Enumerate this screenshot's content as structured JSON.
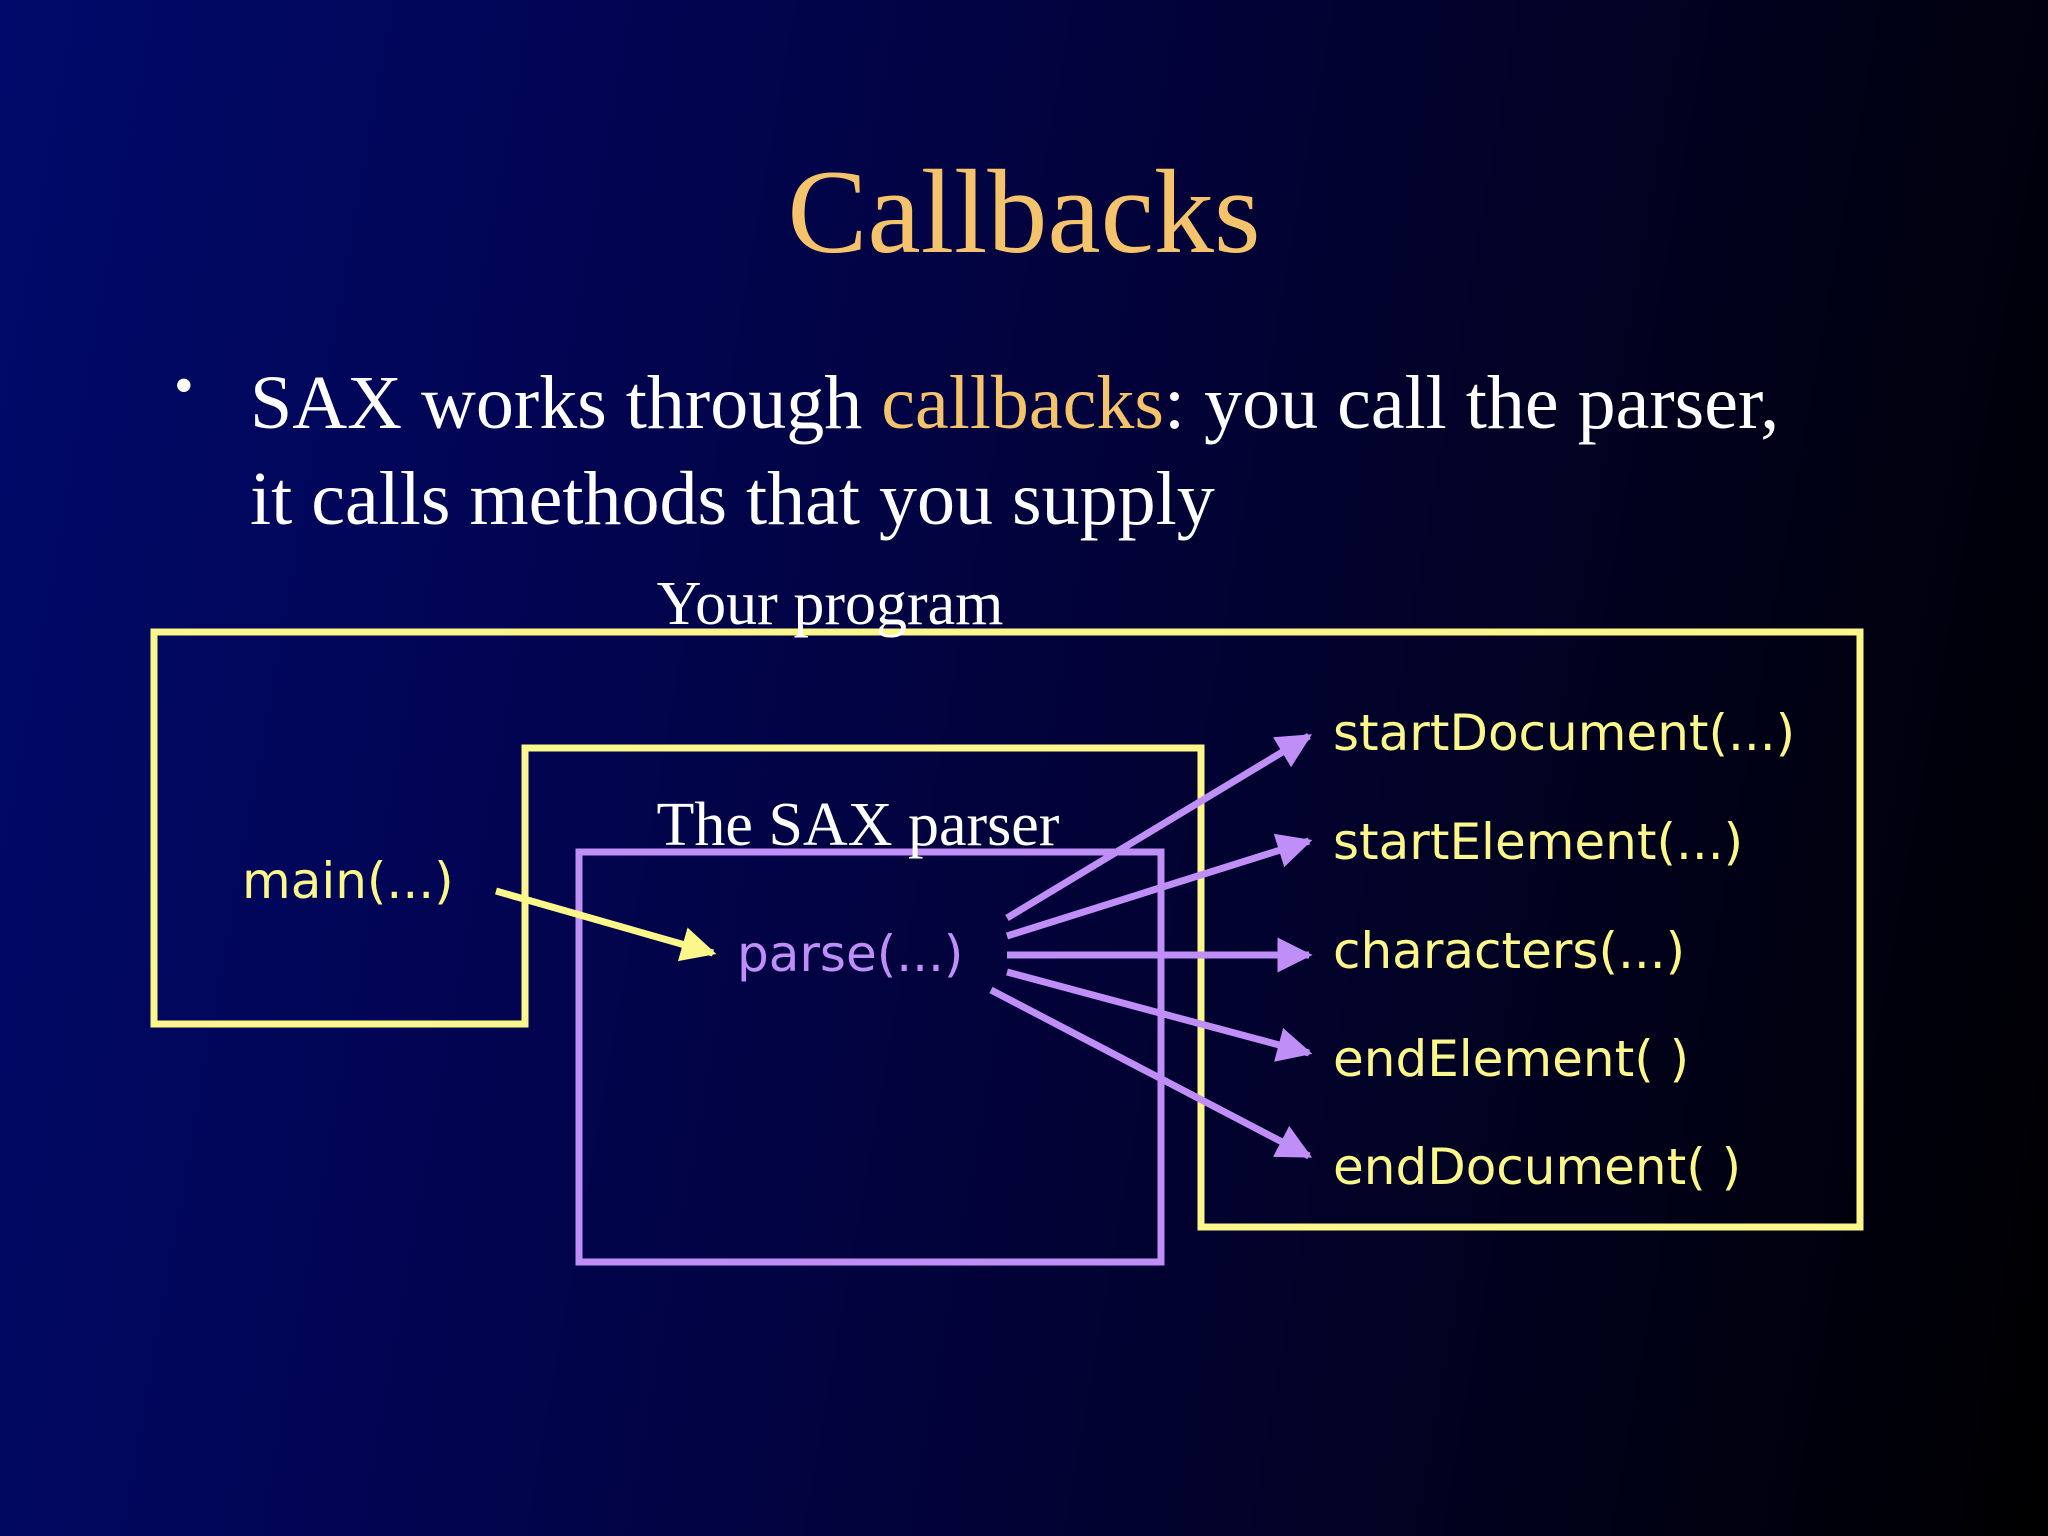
{
  "slide": {
    "title": "Callbacks",
    "bullet": {
      "marker": "•",
      "line1_before": "SAX works through ",
      "line1_highlight": "callbacks",
      "line1_after": ": you call the parser,",
      "line2": "it calls methods that you supply"
    }
  },
  "diagram": {
    "program_label": "Your program",
    "parser_label": "The SAX parser",
    "main_call": "main(...)",
    "parse_call": "parse(...)",
    "callbacks": [
      "startDocument(...)",
      "startElement(...)",
      "characters(...)",
      "endElement( )",
      "endDocument( )"
    ]
  },
  "colors": {
    "title": "#f4c36b",
    "text": "#ffffff",
    "highlight": "#f4c36b",
    "program": "#fbf78a",
    "parser": "#c08ef7"
  }
}
